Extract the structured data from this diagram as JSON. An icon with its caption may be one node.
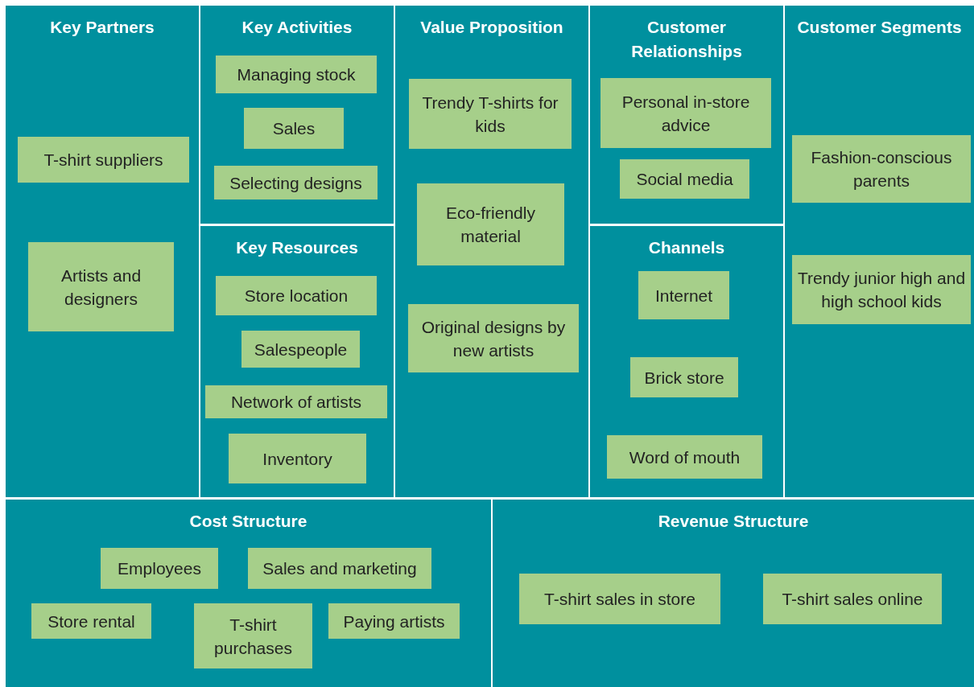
{
  "diagram": {
    "nodes": [
      {
        "text": [
          "Key Partners"
        ]
      },
      {
        "text": [
          "T-shirt suppliers"
        ],
        "in": 0
      },
      {
        "text": [
          "Artists and designers"
        ],
        "in": 0
      },
      {
        "text": [
          "Key Activities"
        ]
      },
      {
        "text": [
          "Managing stock"
        ],
        "in": 3
      },
      {
        "text": [
          "Sales"
        ],
        "in": 3
      },
      {
        "text": [
          "Selecting designs"
        ],
        "in": 3
      },
      {
        "text": [
          "Key Resources"
        ]
      },
      {
        "text": [
          "Store location"
        ],
        "in": 7
      },
      {
        "text": [
          "Salespeople"
        ],
        "in": 7
      },
      {
        "text": [
          "Network of artists"
        ],
        "in": 7
      },
      {
        "text": [
          "Inventory"
        ],
        "in": 7
      },
      {
        "text": [
          "Value Proposition"
        ]
      },
      {
        "text": [
          "Trendy T-shirts for kids"
        ],
        "in": 12
      },
      {
        "text": [
          "Eco-friendly material"
        ],
        "in": 12
      },
      {
        "text": [
          "Original designs by new artists"
        ],
        "in": 12
      },
      {
        "text": [
          "Customer Relationships"
        ]
      },
      {
        "text": [
          "Personal in-store advice"
        ],
        "in": 16
      },
      {
        "text": [
          "Social media"
        ],
        "in": 16
      },
      {
        "text": [
          "Channels"
        ]
      },
      {
        "text": [
          "Internet"
        ],
        "in": 19
      },
      {
        "text": [
          "Brick store"
        ],
        "in": 19
      },
      {
        "text": [
          "Word of mouth"
        ],
        "in": 19
      },
      {
        "text": [
          "Customer Segments"
        ]
      },
      {
        "text": [
          "Fashion-conscious parents"
        ],
        "in": 23
      },
      {
        "text": [
          "Trendy junior high and high school kids"
        ],
        "in": 23
      },
      {
        "text": [
          "Cost Structure"
        ]
      },
      {
        "text": [
          "Employees"
        ],
        "in": 26
      },
      {
        "text": [
          "Sales and marketing"
        ],
        "in": 26
      },
      {
        "text": [
          "Store rental"
        ],
        "in": 26
      },
      {
        "text": [
          "T-shirt purchases"
        ],
        "in": 26
      },
      {
        "text": [
          "Paying artists"
        ],
        "in": 26
      },
      {
        "text": [
          "Revenue Structure"
        ]
      },
      {
        "text": [
          "T-shirt sales in store"
        ],
        "in": 32
      },
      {
        "text": [
          "T-shirt sales online"
        ],
        "in": 32
      }
    ]
  }
}
